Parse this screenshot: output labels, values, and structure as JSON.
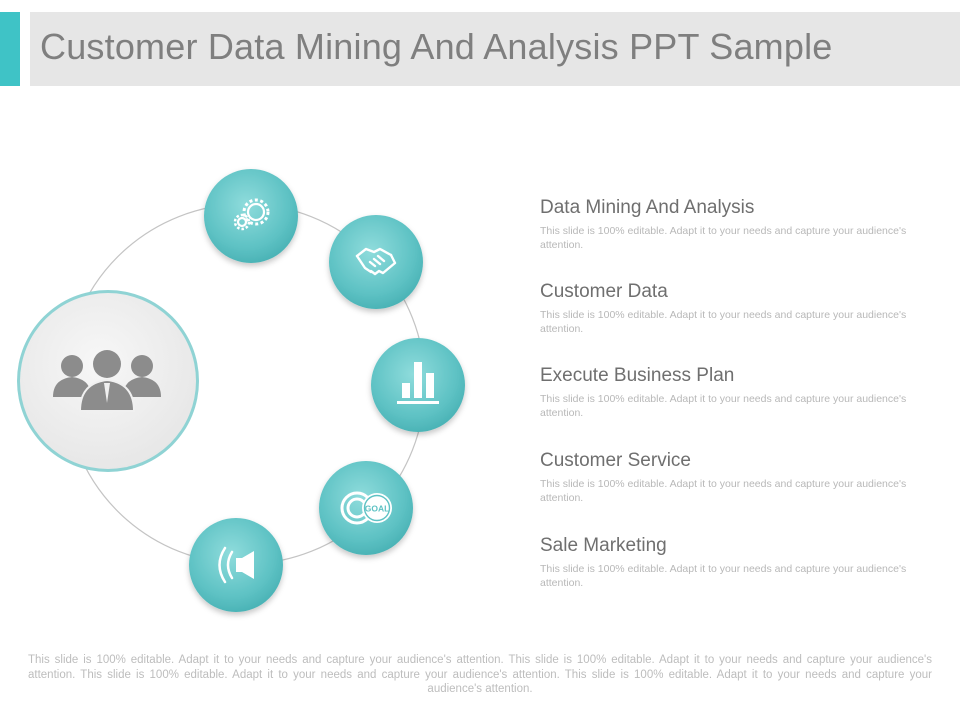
{
  "slide": {
    "title": "Customer Data Mining And Analysis PPT Sample"
  },
  "colors": {
    "accent": "#3fc3c6",
    "circle_teal": "#5ec2c4",
    "title_band": "#e6e6e6",
    "people_icon": "#8c8c8c"
  },
  "diagram": {
    "center_icon": "people-group-icon",
    "node_icons": [
      "gears-icon",
      "handshake-icon",
      "bar-chart-icon",
      "goal-target-icon",
      "speaker-icon"
    ],
    "goal_label": "GOAL"
  },
  "items": [
    {
      "heading": "Data Mining And Analysis",
      "desc": "This slide is 100% editable. Adapt it to your needs and capture your audience's attention."
    },
    {
      "heading": "Customer Data",
      "desc": "This slide is 100% editable. Adapt it to your needs and capture your audience's attention."
    },
    {
      "heading": "Execute Business Plan",
      "desc": "This slide is 100% editable. Adapt it to your needs and capture your audience's attention."
    },
    {
      "heading": "Customer Service",
      "desc": "This slide is 100% editable. Adapt it to your needs and capture your audience's attention."
    },
    {
      "heading": "Sale Marketing",
      "desc": "This slide is 100% editable. Adapt it to your needs and capture your audience's attention."
    }
  ],
  "footer": {
    "text": "This slide is 100% editable. Adapt it to your needs and capture your audience's attention. This slide is 100% editable. Adapt it to your needs and capture your audience's attention. This slide is 100% editable. Adapt it to your needs and capture your audience's attention. This slide is 100% editable. Adapt it to your needs and capture your audience's attention."
  }
}
